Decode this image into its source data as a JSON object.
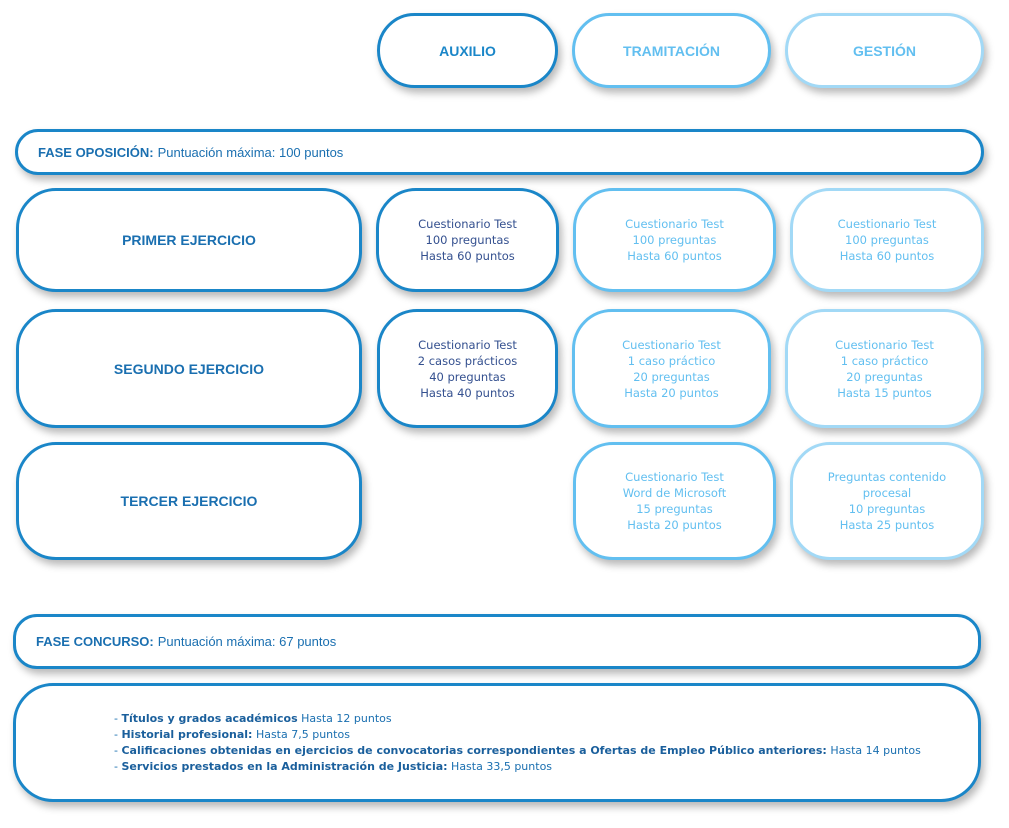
{
  "columns": [
    "AUXILIO",
    "TRAMITACIÓN",
    "GESTIÓN"
  ],
  "fase_oposicion": {
    "label": "FASE OPOSICIÓN:",
    "text": "Puntuación máxima: 100 puntos"
  },
  "rows": [
    {
      "label": "PRIMER EJERCICIO",
      "cells": [
        [
          "Cuestionario Test",
          "100 preguntas",
          "Hasta 60 puntos"
        ],
        [
          "Cuestionario Test",
          "100 preguntas",
          "Hasta 60 puntos"
        ],
        [
          "Cuestionario Test",
          "100 preguntas",
          "Hasta 60 puntos"
        ]
      ]
    },
    {
      "label": "SEGUNDO EJERCICIO",
      "cells": [
        [
          "Cuestionario Test",
          "2 casos prácticos",
          "40 preguntas",
          "Hasta 40 puntos"
        ],
        [
          "Cuestionario Test",
          "1 caso práctico",
          "20 preguntas",
          "Hasta 20 puntos"
        ],
        [
          "Cuestionario Test",
          "1 caso práctico",
          "20 preguntas",
          "Hasta 15 puntos"
        ]
      ]
    },
    {
      "label": "TERCER EJERCICIO",
      "cells": [
        null,
        [
          "Cuestionario Test",
          "Word de Microsoft",
          "15 preguntas",
          "Hasta 20 puntos"
        ],
        [
          "Preguntas contenido",
          "procesal",
          "10 preguntas",
          "Hasta 25 puntos"
        ]
      ]
    }
  ],
  "fase_concurso": {
    "label": "FASE CONCURSO:",
    "text": "Puntuación máxima: 67 puntos"
  },
  "concurso_items": [
    {
      "title": "Títulos y grados académicos",
      "value": "Hasta 12 puntos"
    },
    {
      "title": "Historial profesional:",
      "value": "Hasta 7,5 puntos"
    },
    {
      "title": "Calificaciones obtenidas en ejercicios de convocatorias correspondientes a Ofertas de Empleo Público anteriores:",
      "value": "Hasta 14 puntos"
    },
    {
      "title": "Servicios prestados en la Administración de Justicia:",
      "value": "Hasta 33,5 puntos"
    }
  ]
}
